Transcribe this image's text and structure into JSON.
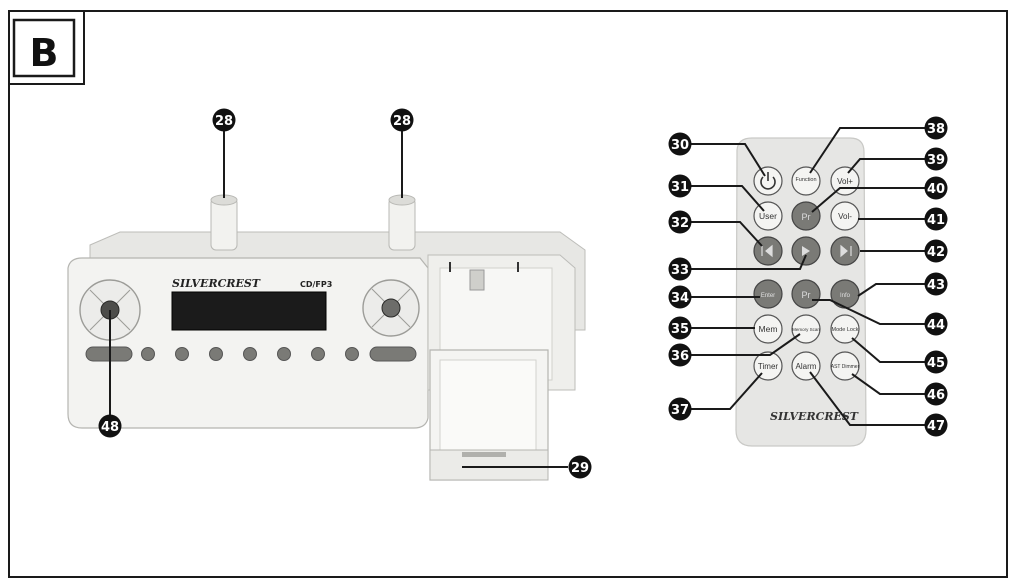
{
  "figure_letter": "B",
  "brand": "SILVERCREST",
  "model_mark": "CD/FP3",
  "colors": {
    "frame": "#1a1a1a",
    "device_body": "#f1f1ef",
    "device_shadow": "#c9c9c6",
    "display": "#1b1b1b",
    "remote_body": "#e6e6e4",
    "button_face": "#f4f4f2",
    "button_dark": "#7a7a76",
    "label_fill": "#111111",
    "label_text": "#ffffff"
  },
  "callouts": {
    "c28a": "28",
    "c28b": "28",
    "c29": "29",
    "c30": "30",
    "c31": "31",
    "c32": "32",
    "c33": "33",
    "c34": "34",
    "c35": "35",
    "c36": "36",
    "c37": "37",
    "c38": "38",
    "c39": "39",
    "c40": "40",
    "c41": "41",
    "c42": "42",
    "c43": "43",
    "c44": "44",
    "c45": "45",
    "c46": "46",
    "c47": "47",
    "c48": "48"
  },
  "remote_buttons": {
    "power": "",
    "function": "Function",
    "vol_plus": "Vol+",
    "user": "User",
    "pr_up": "Pr",
    "vol_minus": "Vol-",
    "prev": "",
    "play": "",
    "next": "",
    "menu_enter": "Enter",
    "pr_down": "Pr",
    "info": "Info",
    "mem": "Mem",
    "memory_scan": "Memory Scan",
    "mode_lock": "Mode Lock",
    "ast_dimmer": "AST Dimmer",
    "timer": "Timer",
    "alarm": "Alarm"
  }
}
